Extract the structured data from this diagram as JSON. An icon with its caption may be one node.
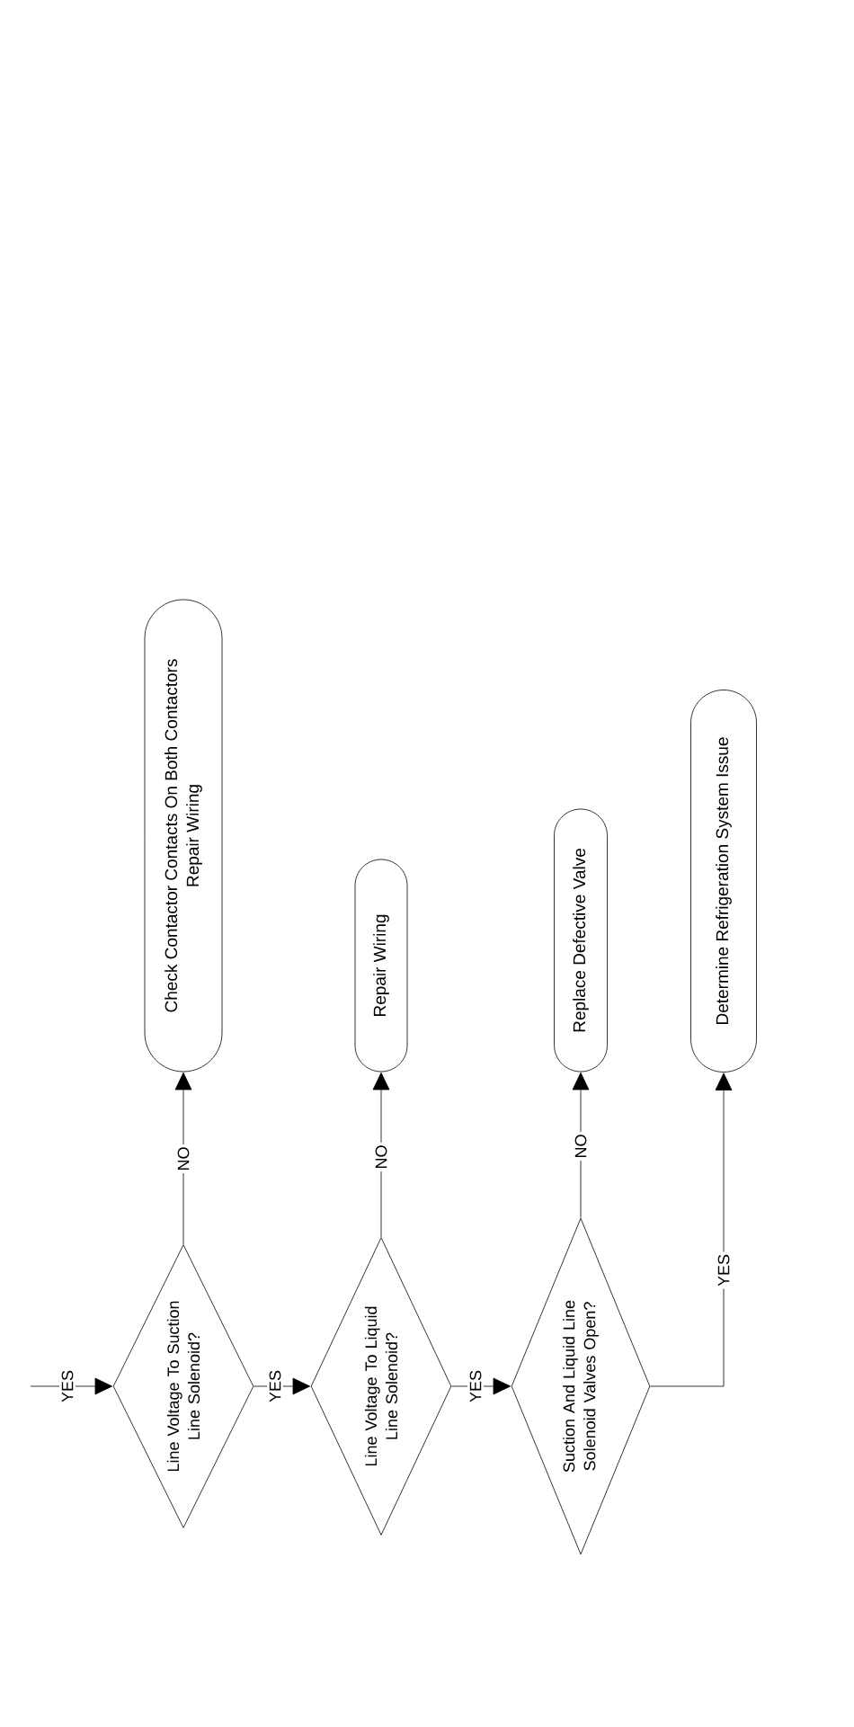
{
  "diagram": {
    "nodes": [
      {
        "text": [
          "Line Voltage To Suction Line Solenoid?"
        ]
      },
      {
        "text": [
          "Check Contactor Contacts On Both Contactors",
          "Repair Wiring"
        ]
      },
      {
        "text": [
          "Line Voltage To Liquid Line Solenoid?"
        ]
      },
      {
        "text": [
          "Repair Wiring"
        ]
      },
      {
        "text": [
          "Suction And Liquid Line Solenoid Valves Open?"
        ]
      },
      {
        "text": [
          "Replace Defective Valve"
        ]
      },
      {
        "text": [
          "Determine Refrigeration System Issue"
        ]
      }
    ],
    "edges": [
      {
        "from": null,
        "to": 0,
        "arrow": "to",
        "label": "YES"
      },
      {
        "from": 0,
        "to": 1,
        "arrow": "to",
        "label": "NO"
      },
      {
        "from": 0,
        "to": 2,
        "arrow": "to",
        "label": "YES"
      },
      {
        "from": 2,
        "to": 3,
        "arrow": "to",
        "label": "NO"
      },
      {
        "from": 2,
        "to": 4,
        "arrow": "to",
        "label": "YES"
      },
      {
        "from": 4,
        "to": 5,
        "arrow": "to",
        "label": "NO"
      },
      {
        "from": 4,
        "to": 6,
        "arrow": "to",
        "label": "YES"
      }
    ]
  }
}
